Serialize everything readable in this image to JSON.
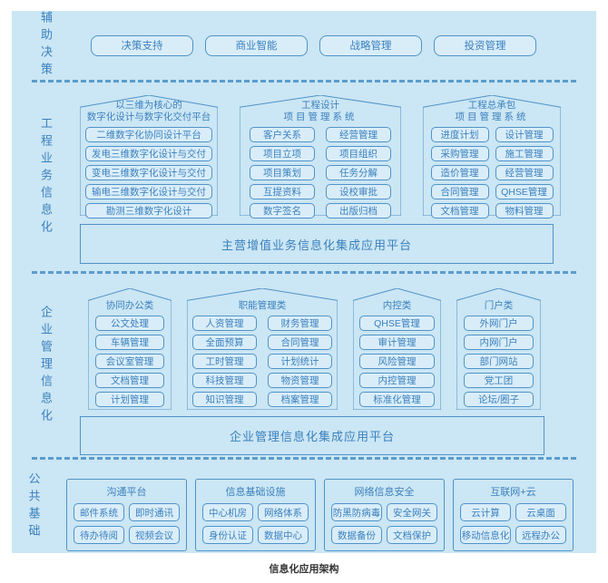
{
  "caption": "信息化应用架构",
  "colors": {
    "panel_bg": "#cbe6f4",
    "box_bg": "#d9edf9",
    "border": "#4f93c8",
    "text": "#3b80bd",
    "dash": "#5b9ccd",
    "caption_text": "#333333"
  },
  "bands": [
    {
      "label": "辅助决策",
      "buttons": [
        "决策支持",
        "商业智能",
        "战略管理",
        "投资管理"
      ]
    },
    {
      "label": "工程业务信息化",
      "houses": [
        {
          "title_lines": [
            "以三维为核心的",
            "数字化设计与数字化交付平台"
          ],
          "columns": 1,
          "items": [
            "二维数字化协同设计平台",
            "发电三维数字化设计与交付",
            "变电三维数字化设计与交付",
            "输电三维数字化设计与交付",
            "勘测三维数字化设计"
          ]
        },
        {
          "title_lines": [
            "工程设计",
            "项目管理系统"
          ],
          "columns": 2,
          "items": [
            "客户关系",
            "经营管理",
            "项目立项",
            "项目组织",
            "项目策划",
            "任务分解",
            "互提资料",
            "设校审批",
            "数字签名",
            "出版归档"
          ]
        },
        {
          "title_lines": [
            "工程总承包",
            "项目管理系统"
          ],
          "columns": 2,
          "items": [
            "进度计划",
            "设计管理",
            "采购管理",
            "施工管理",
            "造价管理",
            "经营管理",
            "合同管理",
            "QHSE管理",
            "文档管理",
            "物料管理"
          ]
        }
      ],
      "platform": "主营增值业务信息化集成应用平台"
    },
    {
      "label": "企业管理信息化",
      "houses": [
        {
          "title_lines": [
            "协同办公类"
          ],
          "columns": 1,
          "items": [
            "公文处理",
            "车辆管理",
            "会议室管理",
            "文档管理",
            "计划管理"
          ]
        },
        {
          "title_lines": [
            "职能管理类"
          ],
          "columns": 2,
          "items": [
            "人资管理",
            "财务管理",
            "全面预算",
            "合同管理",
            "工时管理",
            "计划统计",
            "科技管理",
            "物资管理",
            "知识管理",
            "档案管理"
          ]
        },
        {
          "title_lines": [
            "内控类"
          ],
          "columns": 1,
          "items": [
            "QHSE管理",
            "审计管理",
            "风险管理",
            "内控管理",
            "标准化管理"
          ]
        },
        {
          "title_lines": [
            "门户类"
          ],
          "columns": 1,
          "items": [
            "外网门户",
            "内网门户",
            "部门网站",
            "党工团",
            "论坛/圈子"
          ]
        }
      ],
      "platform": "企业管理信息化集成应用平台"
    },
    {
      "label": "公共基础",
      "groups": [
        {
          "title": "沟通平台",
          "items": [
            "邮件系统",
            "即时通讯",
            "待办待阅",
            "视频会议"
          ]
        },
        {
          "title": "信息基础设施",
          "items": [
            "中心机房",
            "网络体系",
            "身份认证",
            "数据中心"
          ]
        },
        {
          "title": "网络信息安全",
          "items": [
            "防黑防病毒",
            "安全网关",
            "数据备份",
            "文档保护"
          ]
        },
        {
          "title": "互联网+云",
          "items": [
            "云计算",
            "云桌面",
            "移动信息化",
            "远程办公"
          ]
        }
      ]
    }
  ]
}
